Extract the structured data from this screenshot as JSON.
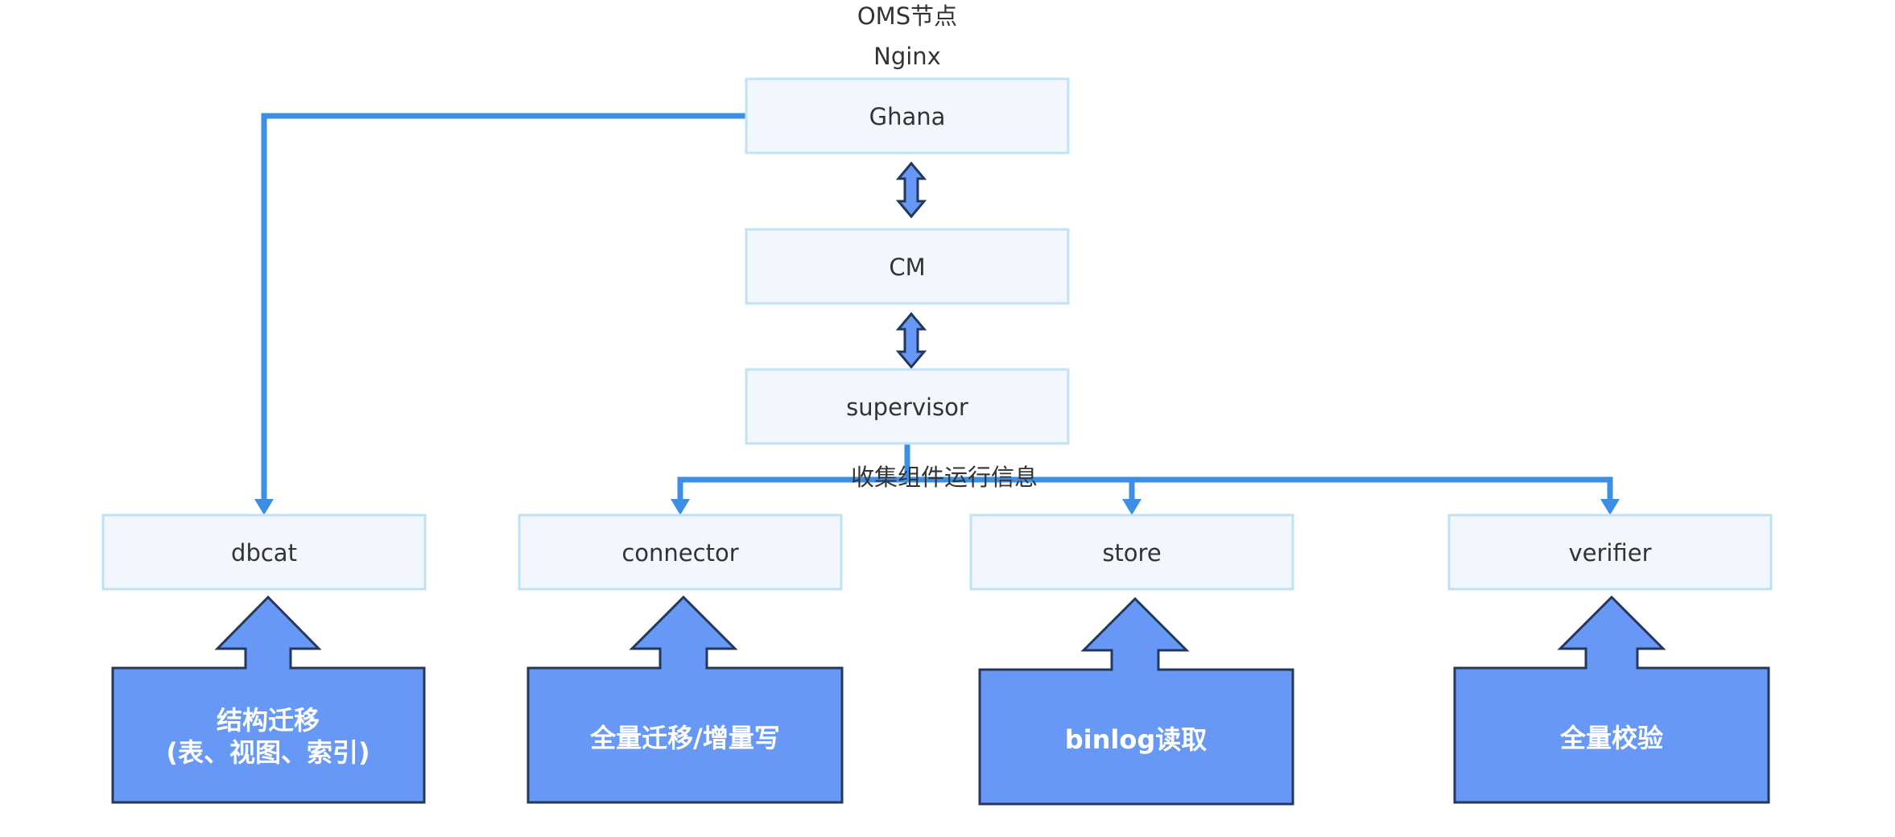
{
  "header": {
    "title": "OMS节点",
    "subtitle": "Nginx"
  },
  "nodes": {
    "ghana": "Ghana",
    "cm": "CM",
    "supervisor": "supervisor",
    "dbcat": "dbcat",
    "connector": "connector",
    "store": "store",
    "verifier": "verifier"
  },
  "connector_label": "收集组件运行信息",
  "functions": {
    "dbcat": [
      "结构迁移",
      "(表、视图、索引)"
    ],
    "connector": "全量迁移/增量写",
    "store": "binlog读取",
    "verifier": "全量校验"
  },
  "colors": {
    "node_fill": "#f1f7fd",
    "node_border": "#bfe3f5",
    "connector_line": "#3d8fe6",
    "function_block": "#6898f5",
    "function_border": "#24385e"
  }
}
